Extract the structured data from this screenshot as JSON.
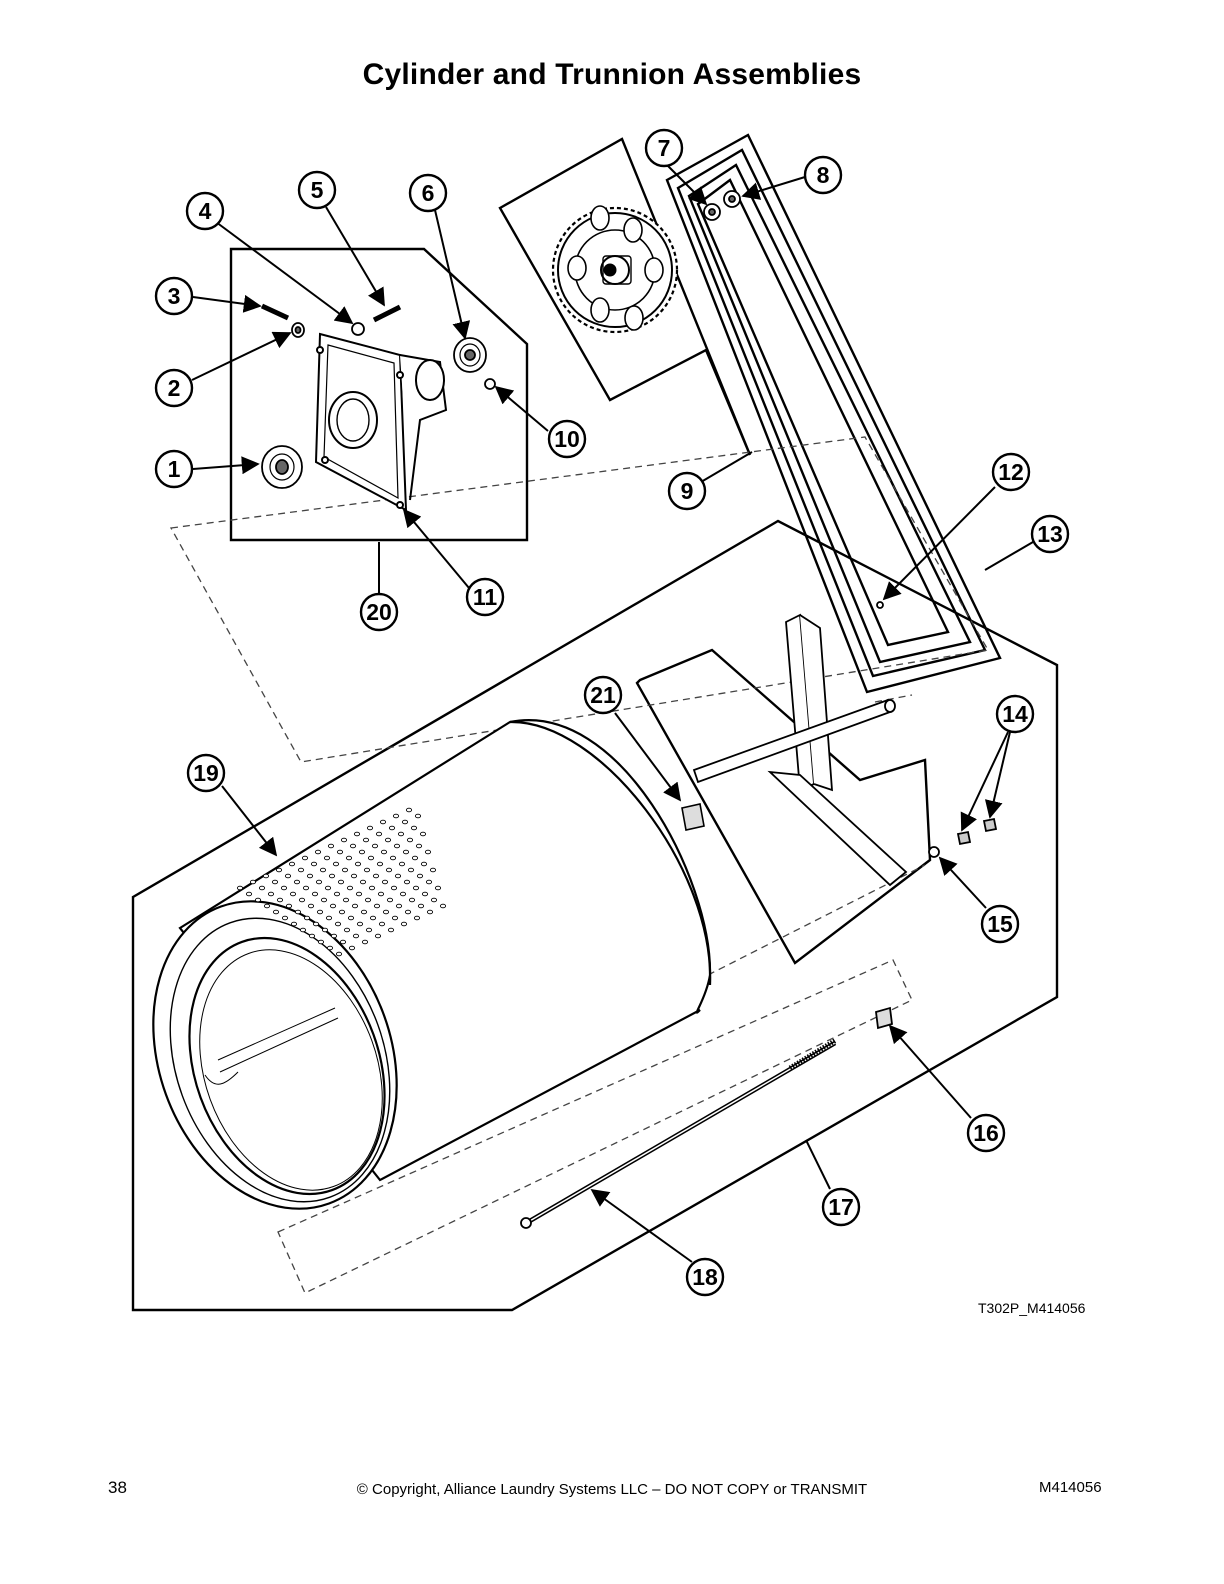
{
  "page": {
    "title": "Cylinder and Trunnion Assemblies",
    "drawing_code": "T302P_M414056",
    "page_number": "38",
    "copyright": "© Copyright, Alliance Laundry Systems LLC – DO NOT COPY or TRANSMIT",
    "doc_id": "M414056"
  },
  "callouts": [
    "1",
    "2",
    "3",
    "4",
    "5",
    "6",
    "7",
    "8",
    "9",
    "10",
    "11",
    "12",
    "13",
    "14",
    "15",
    "16",
    "17",
    "18",
    "19",
    "20",
    "21"
  ],
  "colors": {
    "ink": "#000000",
    "paper": "#ffffff",
    "shade": "#9a9a9a"
  }
}
